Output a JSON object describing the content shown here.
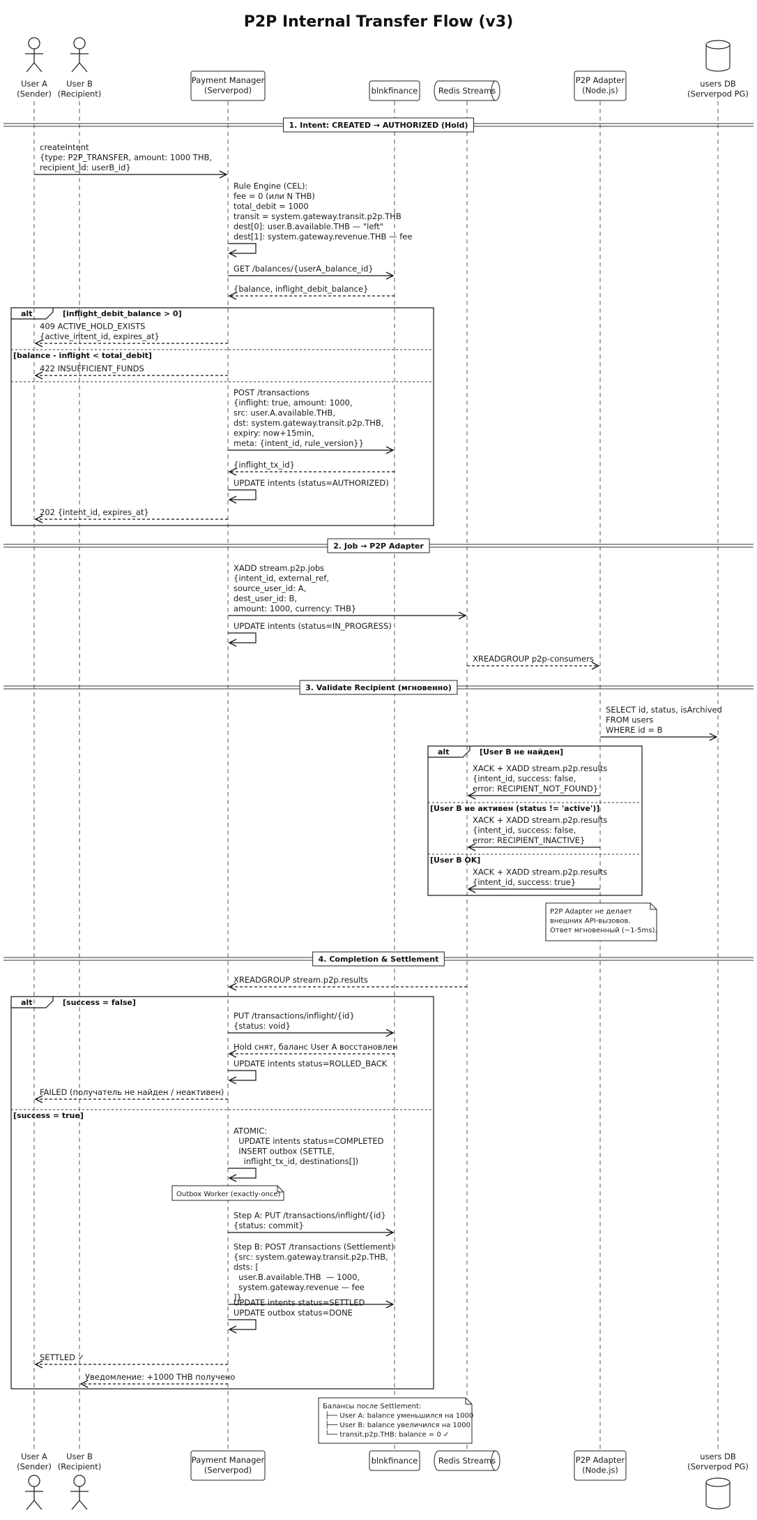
{
  "title": "P2P Internal Transfer Flow (v3)",
  "participants": [
    {
      "id": "userA",
      "kind": "actor",
      "label": [
        "User A",
        "(Sender)"
      ]
    },
    {
      "id": "userB",
      "kind": "actor",
      "label": [
        "User B",
        "(Recipient)"
      ]
    },
    {
      "id": "pm",
      "kind": "box",
      "label": [
        "Payment Manager",
        "(Serverpod)"
      ]
    },
    {
      "id": "blnk",
      "kind": "box",
      "label": [
        "blnkfinance"
      ]
    },
    {
      "id": "redis",
      "kind": "queue",
      "label": [
        "Redis Streams"
      ]
    },
    {
      "id": "adapter",
      "kind": "box",
      "label": [
        "P2P Adapter",
        "(Node.js)"
      ]
    },
    {
      "id": "db",
      "kind": "database",
      "label": [
        "users DB",
        "(Serverpod PG)"
      ]
    }
  ],
  "dividers": [
    {
      "id": "d1",
      "label": "1. Intent: CREATED → AUTHORIZED (Hold)"
    },
    {
      "id": "d2",
      "label": "2. Job → P2P Adapter"
    },
    {
      "id": "d3",
      "label": "3. Validate Recipient (мгновенно)"
    },
    {
      "id": "d4",
      "label": "4. Completion & Settlement"
    }
  ],
  "frames": [
    {
      "id": "f1",
      "kind": "alt",
      "guards": [
        "[inflight_debit_balance > 0]",
        "[balance - inflight < total_debit]",
        ""
      ]
    },
    {
      "id": "f2",
      "kind": "alt",
      "guards": [
        "[User B не найден]",
        "[User B не активен (status != 'active')]",
        "[User B OK]"
      ]
    },
    {
      "id": "f3",
      "kind": "alt",
      "guards": [
        "[success = false]",
        "[success = true]"
      ]
    }
  ],
  "messages": [
    {
      "id": "m1",
      "from": "userA",
      "to": "pm",
      "style": "solid",
      "lines": [
        "createIntent",
        "{type: P2P_TRANSFER, amount: 1000 THB,",
        "recipient_id: userB_id}"
      ]
    },
    {
      "id": "m2",
      "from": "pm",
      "to": "pm",
      "style": "self",
      "lines": [
        "Rule Engine (CEL):",
        "fee = 0 (или N THB)",
        "total_debit = 1000",
        "transit = system.gateway.transit.p2p.THB",
        "dest[0]: user.B.available.THB — \"left\"",
        "dest[1]: system.gateway.revenue.THB — fee"
      ]
    },
    {
      "id": "m3",
      "from": "pm",
      "to": "blnk",
      "style": "solid",
      "lines": [
        "GET /balances/{userA_balance_id}"
      ]
    },
    {
      "id": "m4",
      "from": "blnk",
      "to": "pm",
      "style": "dashed",
      "lines": [
        "{balance, inflight_debit_balance}"
      ]
    },
    {
      "id": "m5",
      "from": "pm",
      "to": "userA",
      "style": "dashed",
      "lines": [
        "409 ACTIVE_HOLD_EXISTS",
        "{active_intent_id, expires_at}"
      ]
    },
    {
      "id": "m6",
      "from": "pm",
      "to": "userA",
      "style": "dashed",
      "lines": [
        "422 INSUFFICIENT_FUNDS"
      ]
    },
    {
      "id": "m7",
      "from": "pm",
      "to": "blnk",
      "style": "solid",
      "lines": [
        "POST /transactions",
        "{inflight: true, amount: 1000,",
        "src: user.A.available.THB,",
        "dst: system.gateway.transit.p2p.THB,",
        "expiry: now+15min,",
        "meta: {intent_id, rule_version}}"
      ]
    },
    {
      "id": "m8",
      "from": "blnk",
      "to": "pm",
      "style": "dashed",
      "lines": [
        "{inflight_tx_id}"
      ]
    },
    {
      "id": "m9",
      "from": "pm",
      "to": "pm",
      "style": "self",
      "lines": [
        "UPDATE intents (status=AUTHORIZED)"
      ]
    },
    {
      "id": "m10",
      "from": "pm",
      "to": "userA",
      "style": "dashed",
      "lines": [
        "202 {intent_id, expires_at}"
      ]
    },
    {
      "id": "m11",
      "from": "pm",
      "to": "redis",
      "style": "solid",
      "lines": [
        "XADD stream.p2p.jobs",
        "{intent_id, external_ref,",
        "source_user_id: A,",
        "dest_user_id: B,",
        "amount: 1000, currency: THB}"
      ]
    },
    {
      "id": "m12",
      "from": "pm",
      "to": "pm",
      "style": "self",
      "lines": [
        "UPDATE intents (status=IN_PROGRESS)"
      ]
    },
    {
      "id": "m13",
      "from": "redis",
      "to": "adapter",
      "style": "dashed",
      "lines": [
        "XREADGROUP p2p-consumers"
      ]
    },
    {
      "id": "m14",
      "from": "adapter",
      "to": "db",
      "style": "solid",
      "lines": [
        "SELECT id, status, isArchived",
        "FROM users",
        "WHERE id = B"
      ]
    },
    {
      "id": "m15",
      "from": "adapter",
      "to": "redis",
      "style": "solid",
      "lines": [
        "XACK + XADD stream.p2p.results",
        "{intent_id, success: false,",
        "error: RECIPIENT_NOT_FOUND}"
      ]
    },
    {
      "id": "m16",
      "from": "adapter",
      "to": "redis",
      "style": "solid",
      "lines": [
        "XACK + XADD stream.p2p.results",
        "{intent_id, success: false,",
        "error: RECIPIENT_INACTIVE}"
      ]
    },
    {
      "id": "m17",
      "from": "adapter",
      "to": "redis",
      "style": "solid",
      "lines": [
        "XACK + XADD stream.p2p.results",
        "{intent_id, success: true}"
      ]
    },
    {
      "id": "m18",
      "from": "redis",
      "to": "pm",
      "style": "dashed",
      "lines": [
        "XREADGROUP stream.p2p.results"
      ]
    },
    {
      "id": "m19",
      "from": "pm",
      "to": "blnk",
      "style": "solid",
      "lines": [
        "PUT /transactions/inflight/{id}",
        "{status: void}"
      ]
    },
    {
      "id": "m20",
      "from": "blnk",
      "to": "pm",
      "style": "dashed",
      "lines": [
        "Hold снят, баланс User A восстановлен"
      ]
    },
    {
      "id": "m21",
      "from": "pm",
      "to": "pm",
      "style": "self",
      "lines": [
        "UPDATE intents status=ROLLED_BACK"
      ]
    },
    {
      "id": "m22",
      "from": "pm",
      "to": "userA",
      "style": "dashed",
      "lines": [
        "FAILED (получатель не найден / неактивен)"
      ]
    },
    {
      "id": "m23",
      "from": "pm",
      "to": "pm",
      "style": "self",
      "lines": [
        "ATOMIC:",
        "  UPDATE intents status=COMPLETED",
        "  INSERT outbox (SETTLE,",
        "    inflight_tx_id, destinations[])"
      ]
    },
    {
      "id": "m24",
      "from": "pm",
      "to": "blnk",
      "style": "solid",
      "lines": [
        "Step A: PUT /transactions/inflight/{id}",
        "{status: commit}"
      ]
    },
    {
      "id": "m25",
      "from": "pm",
      "to": "blnk",
      "style": "solid",
      "lines": [
        "Step B: POST /transactions (Settlement)",
        "{src: system.gateway.transit.p2p.THB,",
        "dsts: [",
        "  user.B.available.THB  — 1000,",
        "  system.gateway.revenue — fee",
        "]}"
      ]
    },
    {
      "id": "m26",
      "from": "pm",
      "to": "pm",
      "style": "self",
      "lines": [
        "UPDATE intents status=SETTLED",
        "UPDATE outbox status=DONE"
      ]
    },
    {
      "id": "m27",
      "from": "pm",
      "to": "userA",
      "style": "dashed",
      "lines": [
        "SETTLED ✓"
      ]
    },
    {
      "id": "m28",
      "from": "pm",
      "to": "userB",
      "style": "dashed",
      "lines": [
        "Уведомление: +1000 THB получено"
      ]
    }
  ],
  "notes": [
    {
      "id": "n1",
      "lines": [
        "P2P Adapter не делает",
        "внешних API-вызовов.",
        "Ответ мгновенный (~1-5ms)."
      ]
    },
    {
      "id": "n2",
      "lines": [
        "Outbox Worker (exactly-once)"
      ]
    },
    {
      "id": "n3",
      "lines": [
        "Балансы после Settlement:",
        " ├── User A: balance уменьшился на 1000",
        " ├── User B: balance увеличился на 1000",
        " └── transit.p2p.THB: balance = 0 ✓"
      ]
    }
  ]
}
